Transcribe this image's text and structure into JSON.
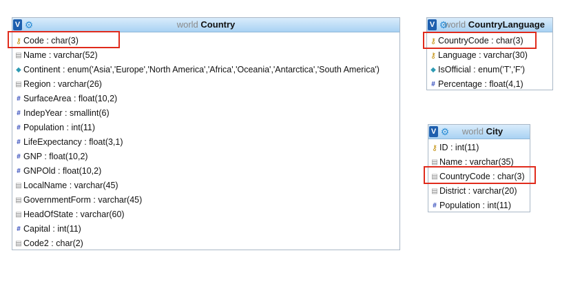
{
  "tables": {
    "country": {
      "db": "world",
      "name": "Country",
      "columns": [
        {
          "icon": "key",
          "text": "Code : char(3)"
        },
        {
          "icon": "text",
          "text": "Name : varchar(52)"
        },
        {
          "icon": "enum",
          "text": "Continent : enum('Asia','Europe','North America','Africa','Oceania','Antarctica','South America')"
        },
        {
          "icon": "text",
          "text": "Region : varchar(26)"
        },
        {
          "icon": "num",
          "text": "SurfaceArea : float(10,2)"
        },
        {
          "icon": "num",
          "text": "IndepYear : smallint(6)"
        },
        {
          "icon": "num",
          "text": "Population : int(11)"
        },
        {
          "icon": "num",
          "text": "LifeExpectancy : float(3,1)"
        },
        {
          "icon": "num",
          "text": "GNP : float(10,2)"
        },
        {
          "icon": "num",
          "text": "GNPOld : float(10,2)"
        },
        {
          "icon": "text",
          "text": "LocalName : varchar(45)"
        },
        {
          "icon": "text",
          "text": "GovernmentForm : varchar(45)"
        },
        {
          "icon": "text",
          "text": "HeadOfState : varchar(60)"
        },
        {
          "icon": "num",
          "text": "Capital : int(11)"
        },
        {
          "icon": "text",
          "text": "Code2 : char(2)"
        }
      ]
    },
    "countrylanguage": {
      "db": "world",
      "name": "CountryLanguage",
      "columns": [
        {
          "icon": "key",
          "text": "CountryCode : char(3)"
        },
        {
          "icon": "key",
          "text": "Language : varchar(30)"
        },
        {
          "icon": "enum",
          "text": "IsOfficial : enum('T','F')"
        },
        {
          "icon": "num",
          "text": "Percentage : float(4,1)"
        }
      ]
    },
    "city": {
      "db": "world",
      "name": "City",
      "columns": [
        {
          "icon": "key",
          "text": "ID : int(11)"
        },
        {
          "icon": "text",
          "text": "Name : varchar(35)"
        },
        {
          "icon": "text",
          "text": "CountryCode : char(3)"
        },
        {
          "icon": "text",
          "text": "District : varchar(20)"
        },
        {
          "icon": "num",
          "text": "Population : int(11)"
        }
      ]
    }
  },
  "icons": {
    "header_v": "V",
    "header_gear": "⚙",
    "key": "⚷",
    "text": "▤",
    "num": "#",
    "enum": "◆"
  },
  "colors": {
    "highlight": "#e02a1b",
    "header_top": "#d9ecfb",
    "header_bottom": "#a9d2f3"
  }
}
